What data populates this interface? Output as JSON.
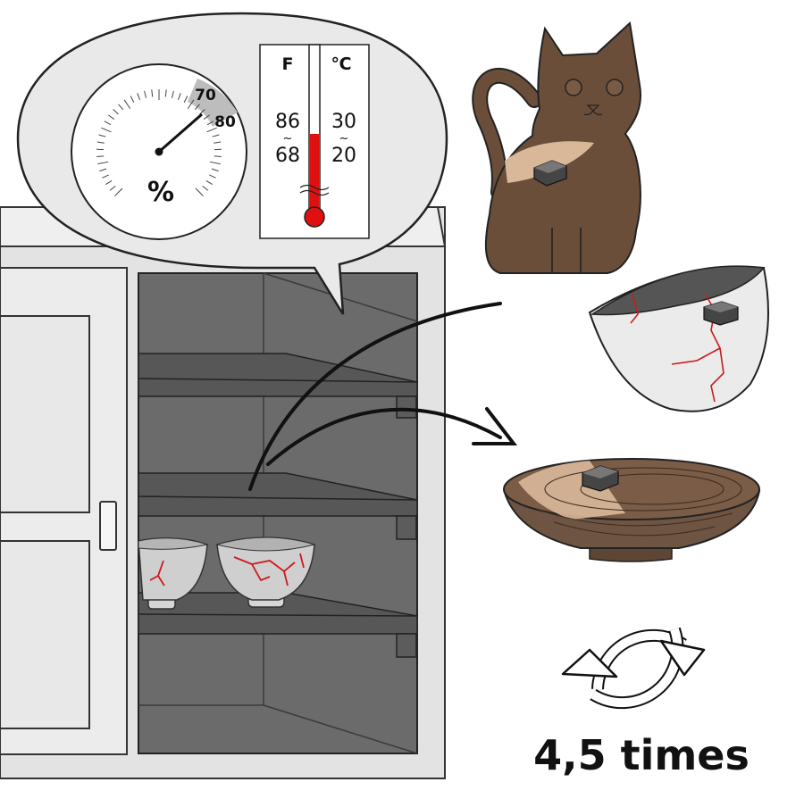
{
  "hygrometer": {
    "tick_labels": [
      "70",
      "80"
    ],
    "unit_symbol": "%"
  },
  "thermometer": {
    "fahrenheit_header": "F",
    "celsius_header": "℃",
    "fahrenheit_high": "86",
    "fahrenheit_low": "68",
    "celsius_high": "30",
    "celsius_low": "20",
    "range_mark": "~"
  },
  "repeat": {
    "label": "4,5 times"
  },
  "colors": {
    "cabinet_frame": "#e3e3e3",
    "cabinet_interior": "#6b6b6b",
    "mercury": "#e01010",
    "cat_body": "#6a4e3a",
    "cat_light_patch": "#d9b89a",
    "kintsugi_crack": "#cc1a1a",
    "bowl_white": "#ebebeb",
    "wood_plate": "#6e5442"
  }
}
